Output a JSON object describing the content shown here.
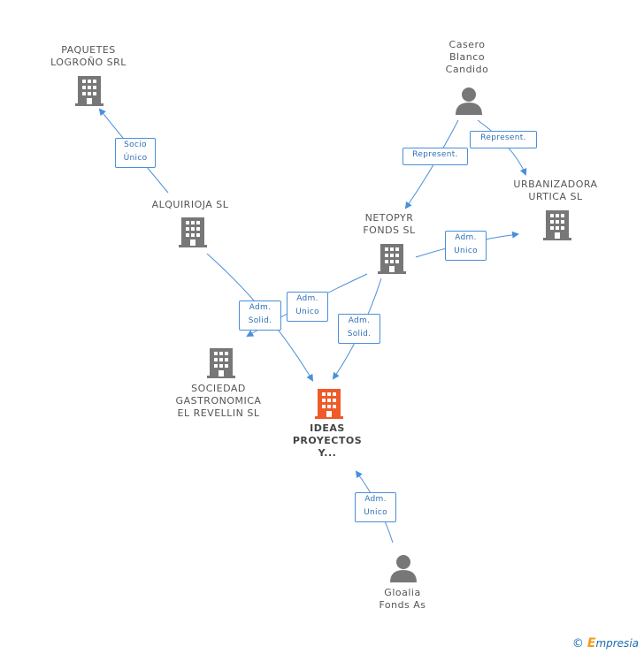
{
  "nodes": {
    "paquetes": {
      "label": "PAQUETES\nLOGROÑO SRL",
      "type": "company"
    },
    "casero": {
      "label": "Casero\nBlanco\nCandido",
      "type": "person"
    },
    "alquirioja": {
      "label": "ALQUIRIOJA SL",
      "type": "company"
    },
    "netopyr": {
      "label": "NETOPYR\nFONDS SL",
      "type": "company"
    },
    "urbanizadora": {
      "label": "URBANIZADORA\nURTICA SL",
      "type": "company"
    },
    "sociedad": {
      "label": "SOCIEDAD\nGASTRONOMICA\nEL REVELLIN SL",
      "type": "company"
    },
    "ideas": {
      "label": "IDEAS\nPROYECTOS\nY...",
      "type": "company-main"
    },
    "gloalia": {
      "label": "Gloalia\nFonds As",
      "type": "person"
    }
  },
  "edges": {
    "socio": "Socio\nÚnico",
    "represent1": "Represent.",
    "represent2": "Represent.",
    "admunico1": "Adm.\nUnico",
    "admunico2": "Adm.\nUnico",
    "admsolid1": "Adm.\nSolid.",
    "admsolid2": "Adm.\nSolid.",
    "admunico3": "Adm.\nUnico"
  },
  "colors": {
    "line": "#4a8fd9",
    "company": "#777777",
    "main": "#f05a28",
    "person": "#777777"
  },
  "credit": {
    "symbol": "©",
    "brand_initial": "E",
    "brand_rest": "mpresia"
  }
}
